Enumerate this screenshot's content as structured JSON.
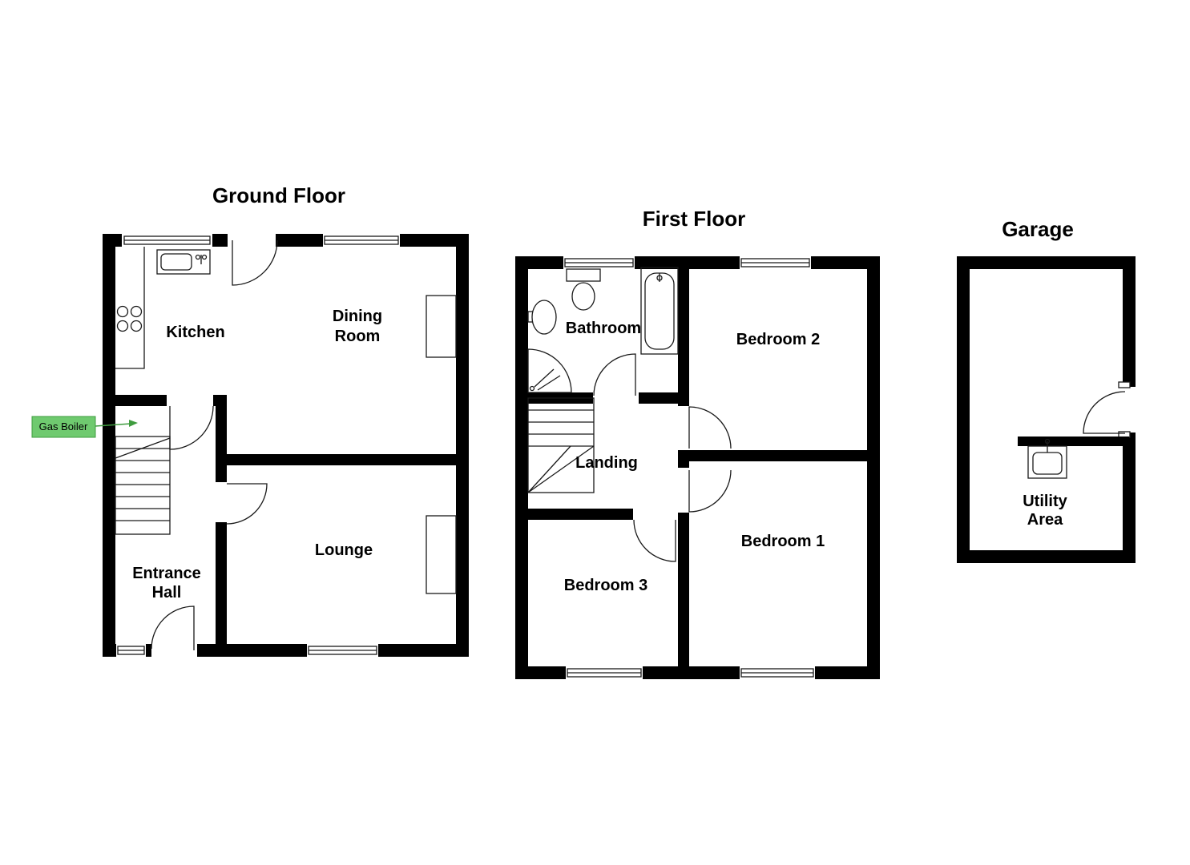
{
  "page": {
    "background": "#ffffff"
  },
  "floors": {
    "ground": {
      "title": "Ground Floor",
      "rooms": {
        "kitchen": "Kitchen",
        "dining": [
          "Dining",
          "Room"
        ],
        "lounge": "Lounge",
        "entrance": [
          "Entrance",
          "Hall"
        ]
      }
    },
    "first": {
      "title": "First Floor",
      "rooms": {
        "bathroom": "Bathroom",
        "bedroom2": "Bedroom 2",
        "landing": "Landing",
        "bedroom3": "Bedroom 3",
        "bedroom1": "Bedroom 1"
      }
    },
    "garage": {
      "title": "Garage",
      "rooms": {
        "utility": [
          "Utility",
          "Area"
        ]
      }
    }
  },
  "annotations": {
    "gas_boiler": "Gas Boiler"
  },
  "colors": {
    "wall": "#000000",
    "gas_boiler_fill": "#6fca6f",
    "gas_boiler_border": "#3f9c3f",
    "arrow": "#3f9c3f"
  }
}
